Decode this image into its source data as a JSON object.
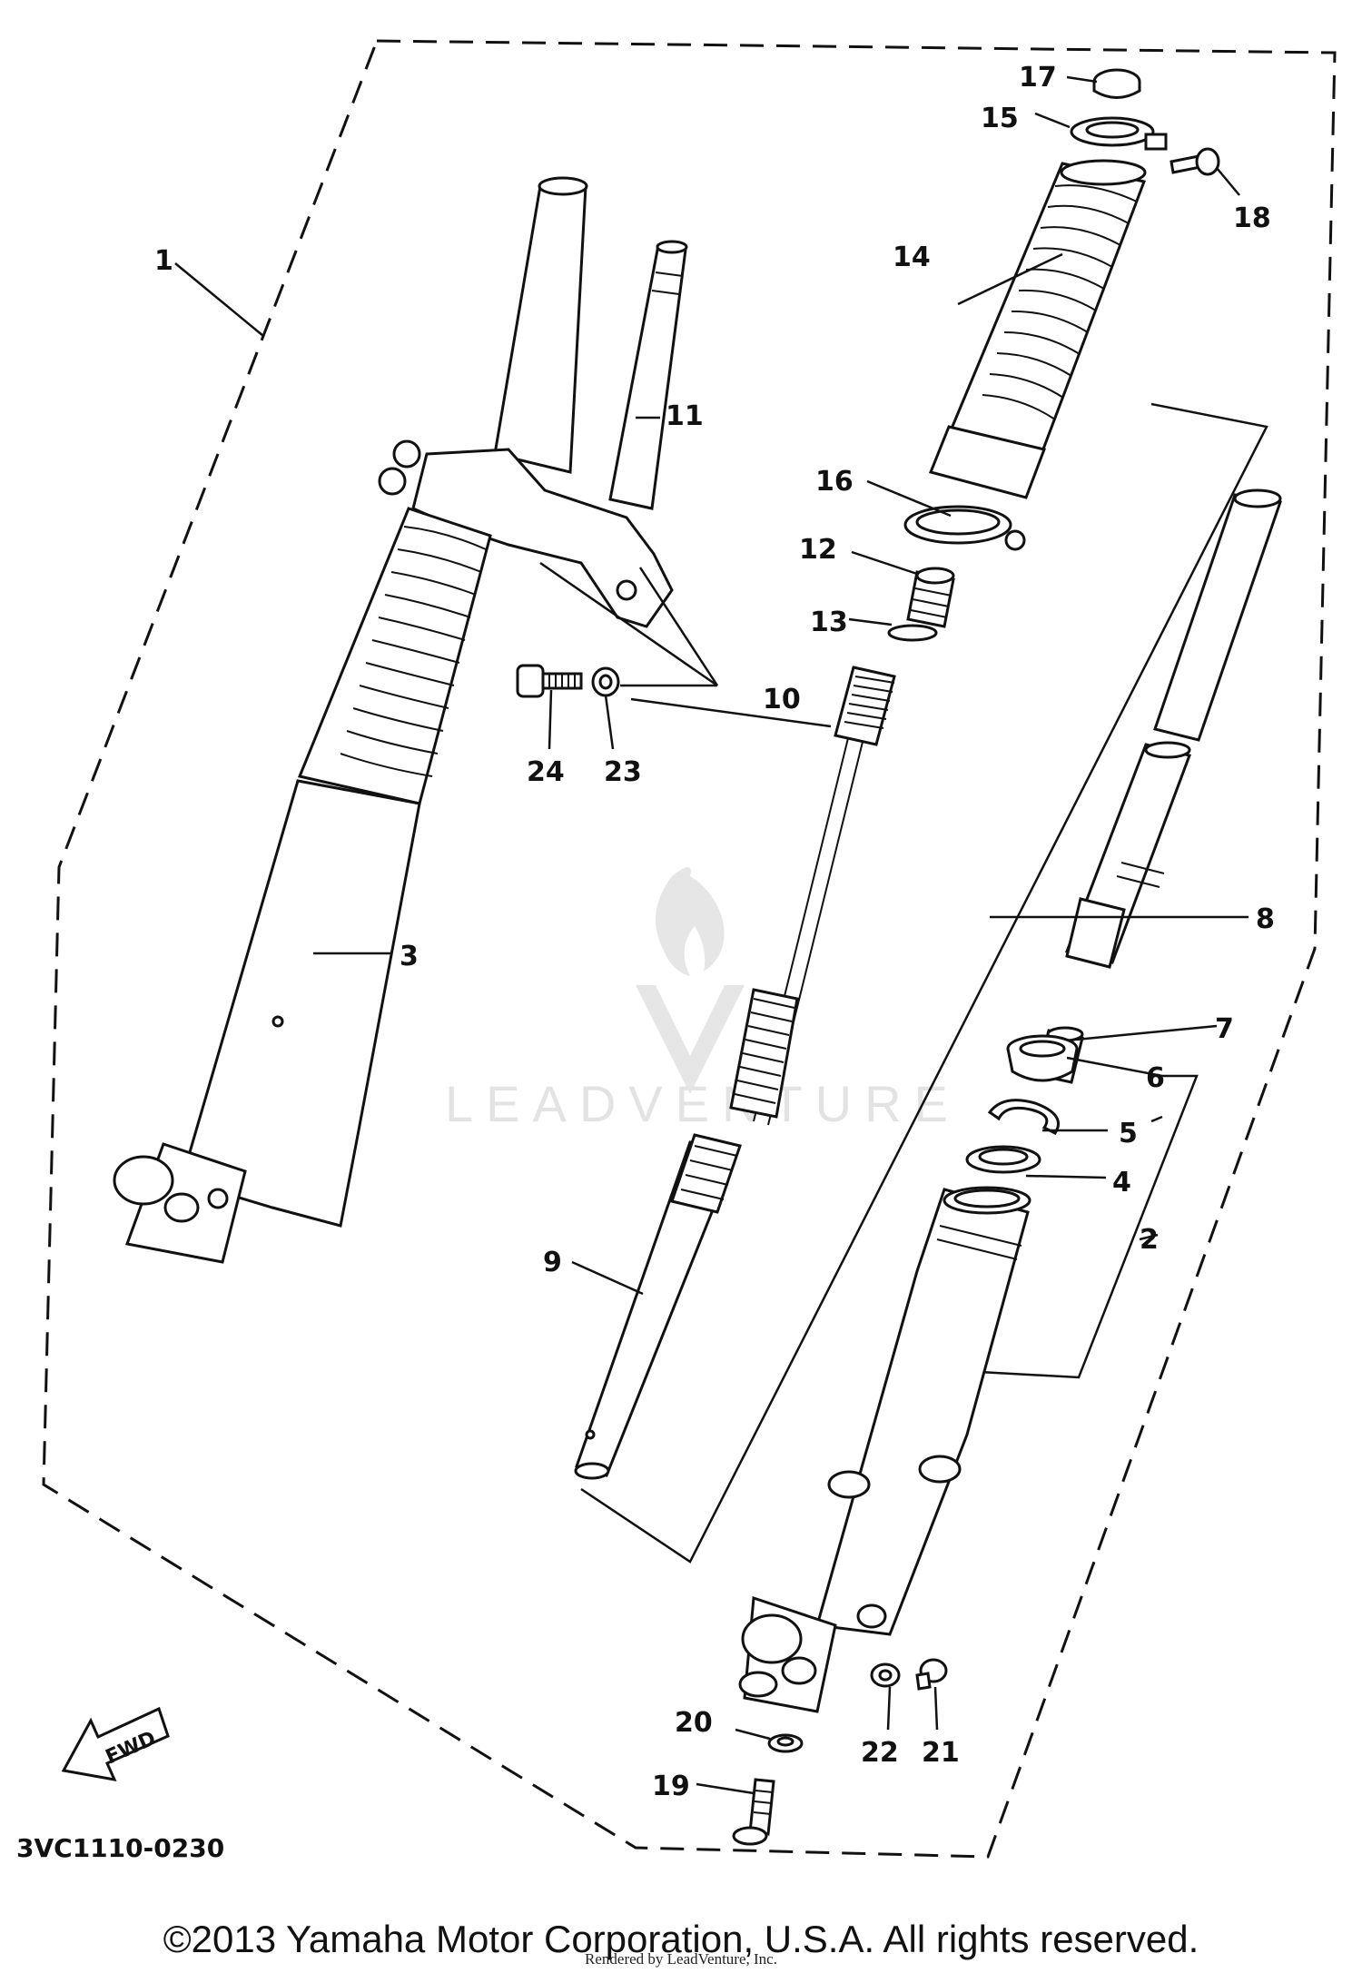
{
  "diagram_code": "3VC1110-0230",
  "fwd_label": "FWD",
  "watermark": "LEADVENTURE",
  "copyright": "©2013 Yamaha Motor Corporation, U.S.A. All rights reserved.",
  "rendered_by": "Rendered by LeadVenture, Inc.",
  "callouts": {
    "c1": "1",
    "c2": "2",
    "c3": "3",
    "c4": "4",
    "c5": "5",
    "c6": "6",
    "c7": "7",
    "c8": "8",
    "c9": "9",
    "c10": "10",
    "c11": "11",
    "c12": "12",
    "c13": "13",
    "c14": "14",
    "c15": "15",
    "c16": "16",
    "c17": "17",
    "c18": "18",
    "c19": "19",
    "c20": "20",
    "c21": "21",
    "c22": "22",
    "c23": "23",
    "c24": "24"
  }
}
